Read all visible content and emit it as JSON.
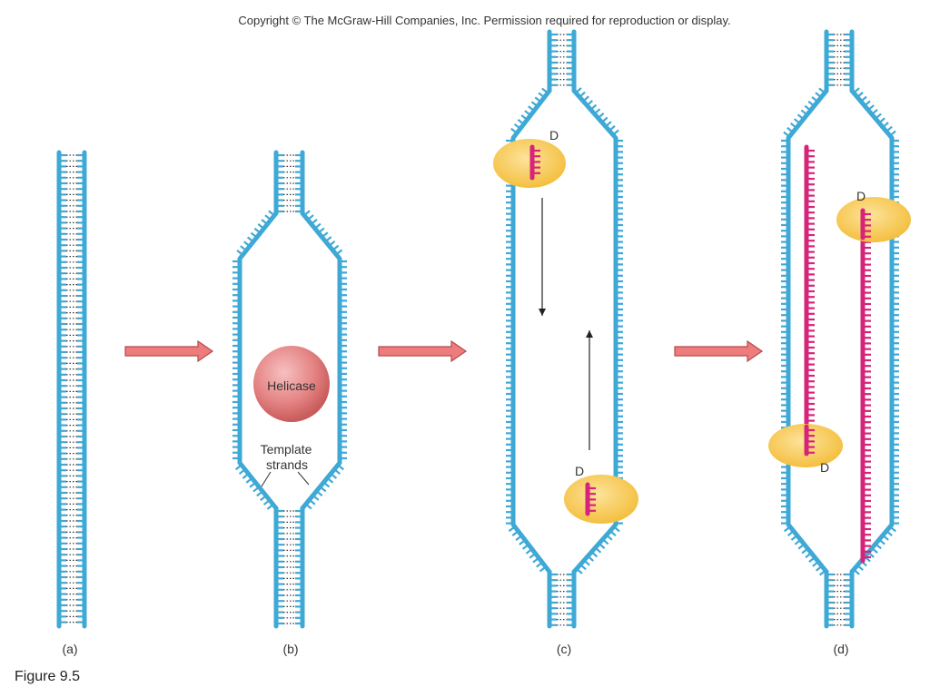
{
  "copyright": "Copyright © The McGraw-Hill Companies, Inc. Permission required for reproduction or display.",
  "figure_label": "Figure 9.5",
  "panels": [
    {
      "label": "(a)"
    },
    {
      "label": "(b)",
      "helicase_label": "Helicase",
      "template_label_line1": "Template",
      "template_label_line2": "strands"
    },
    {
      "label": "(c)",
      "polymerase_top_label": "D",
      "polymerase_bottom_label": "D"
    },
    {
      "label": "(d)",
      "polymerase_top_label": "D",
      "polymerase_bottom_label": "D"
    }
  ],
  "colors": {
    "strand": "#3fa9d6",
    "strand_dark": "#2a8fbf",
    "new_strand": "#d6247a",
    "polymerase": "#f7c84a",
    "helicase": "#e58585",
    "process_arrow": "#ee7c7c"
  },
  "icons": [
    "process-arrow",
    "helicase-sphere",
    "dna-polymerase-blob",
    "direction-arrow"
  ]
}
